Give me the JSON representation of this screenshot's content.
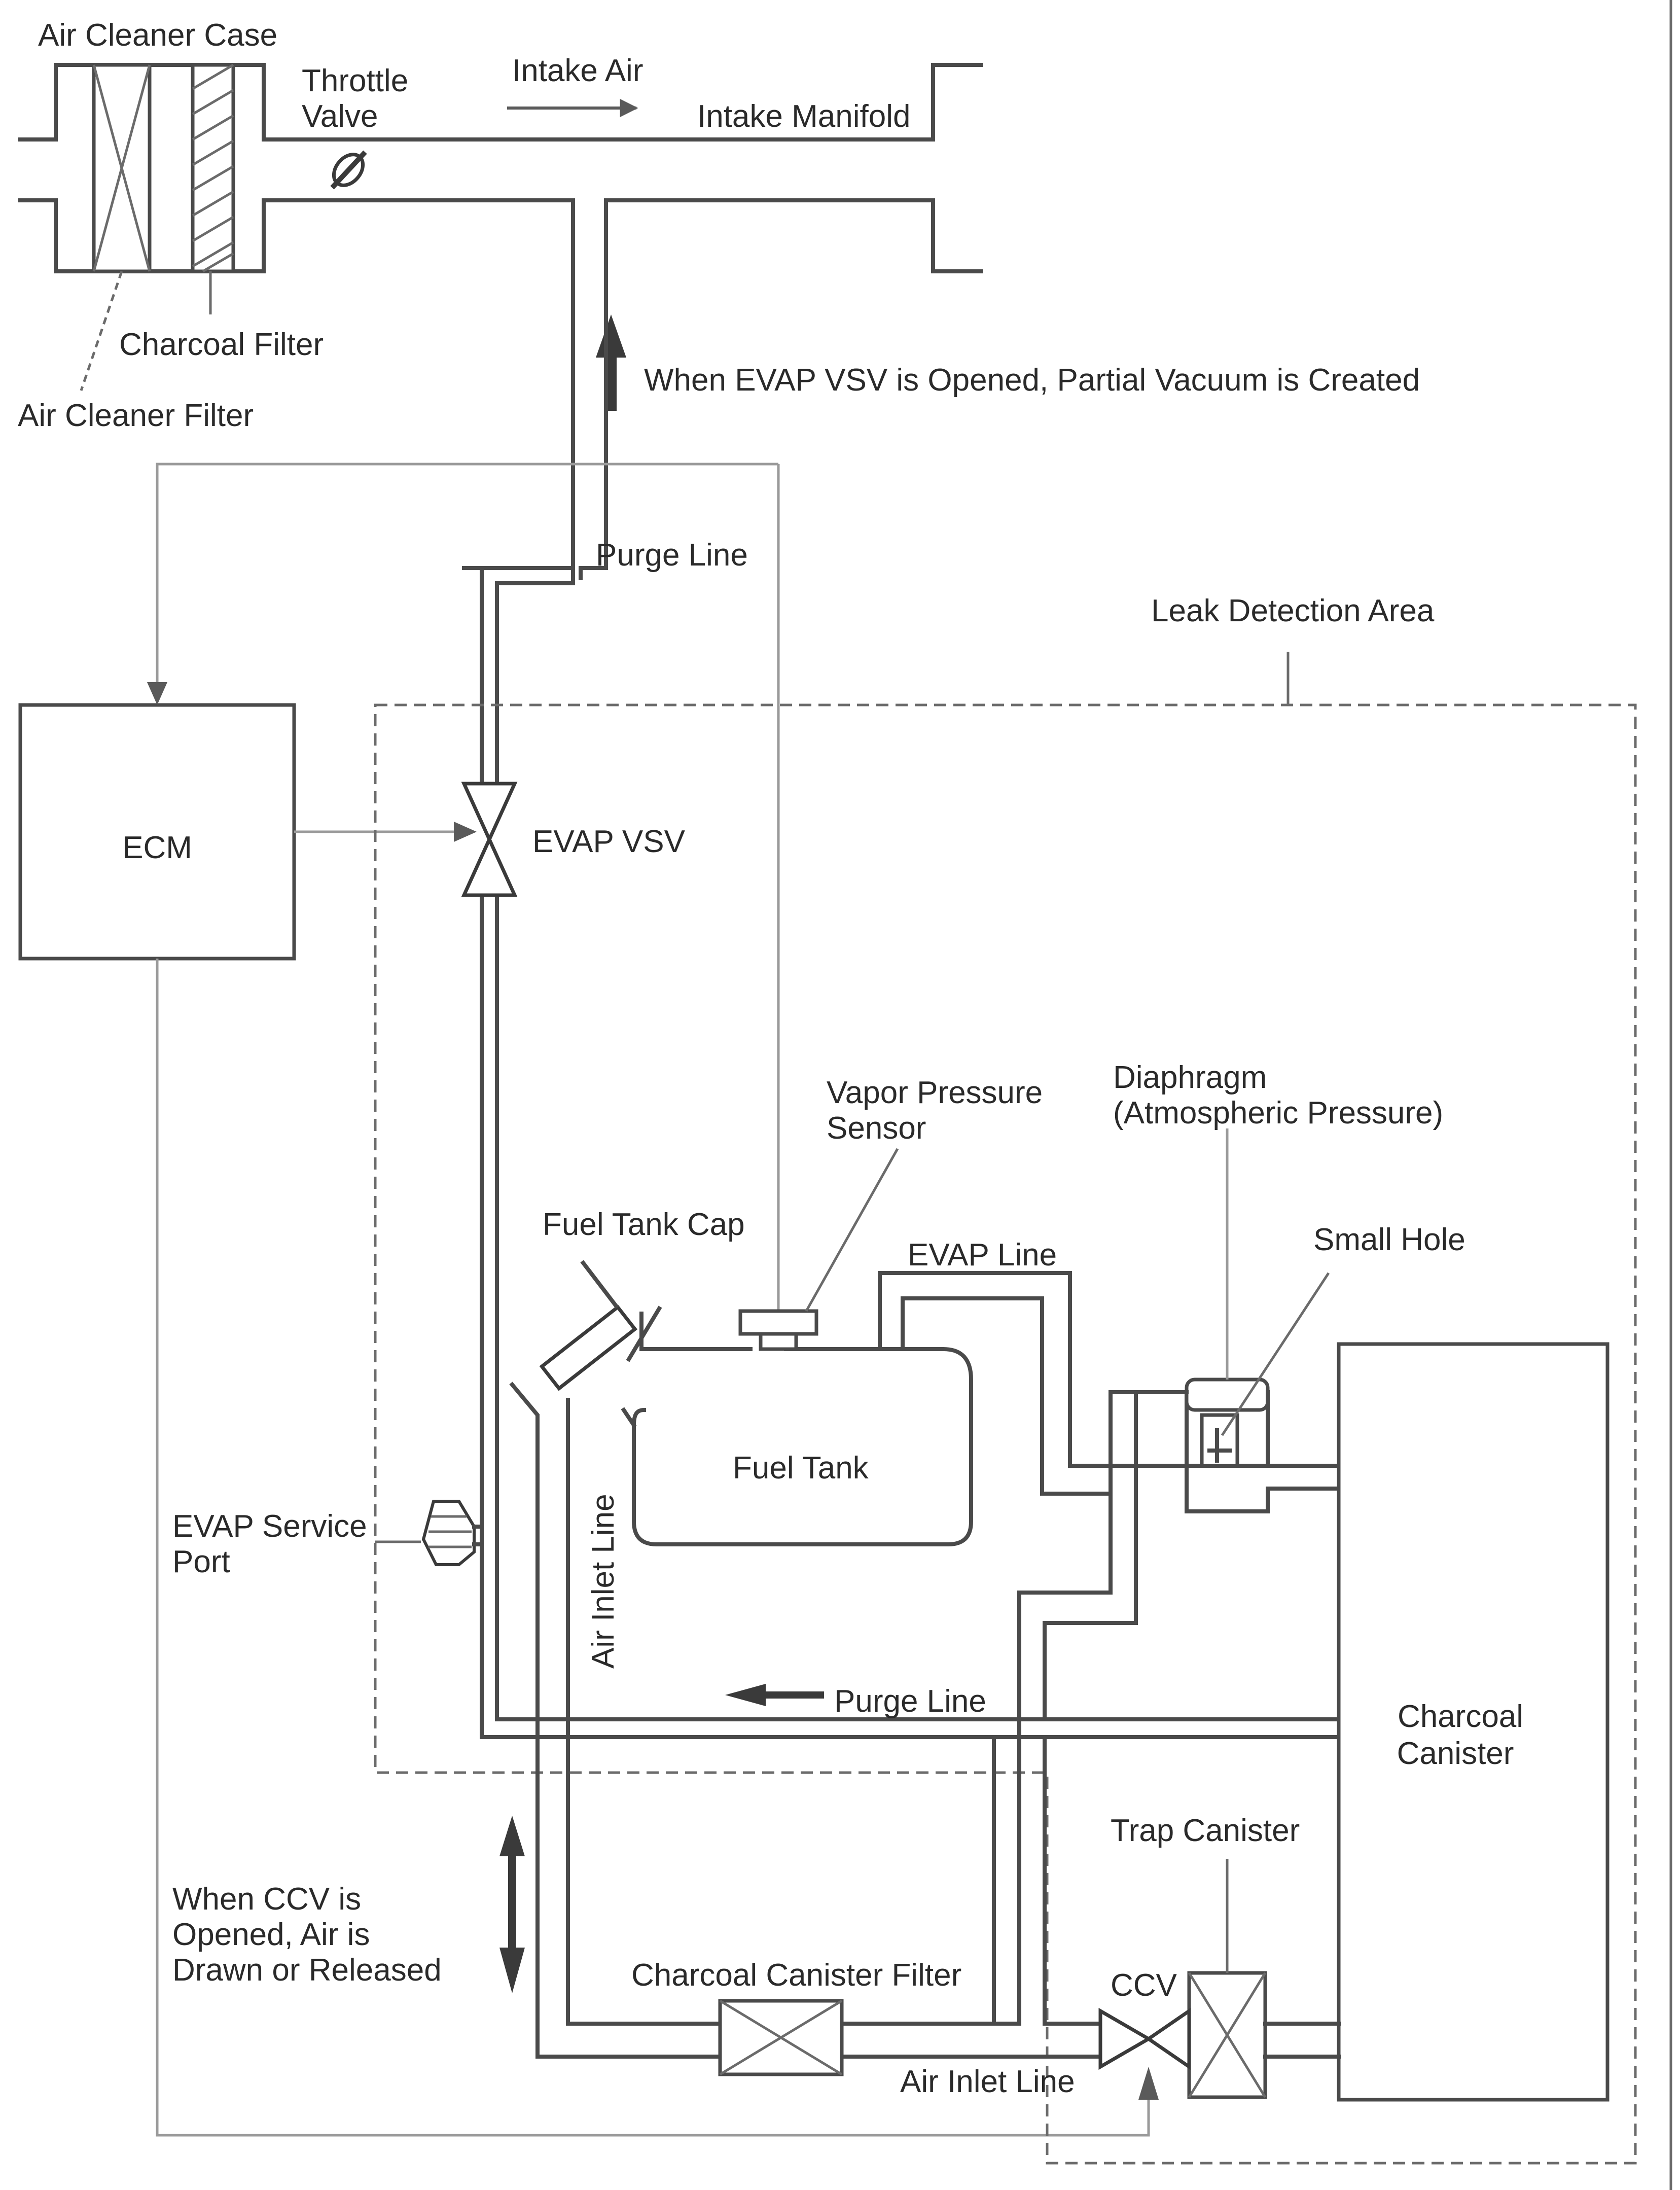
{
  "labels": {
    "air_cleaner_case": "Air Cleaner Case",
    "throttle_valve_1": "Throttle",
    "throttle_valve_2": "Valve",
    "intake_air": "Intake Air",
    "intake_manifold": "Intake Manifold",
    "charcoal_filter": "Charcoal Filter",
    "air_cleaner_filter": "Air Cleaner Filter",
    "vacuum_note": "When EVAP VSV is Opened, Partial Vacuum is Created",
    "purge_line_top": "Purge Line",
    "leak_detection_area": "Leak Detection Area",
    "ecm": "ECM",
    "evap_vsv": "EVAP VSV",
    "vapor_pressure_sensor_1": "Vapor Pressure",
    "vapor_pressure_sensor_2": "Sensor",
    "diaphragm_1": "Diaphragm",
    "diaphragm_2": "(Atmospheric Pressure)",
    "fuel_tank_cap": "Fuel Tank Cap",
    "evap_line": "EVAP Line",
    "small_hole": "Small Hole",
    "fuel_tank": "Fuel Tank",
    "evap_service_port_1": "EVAP Service",
    "evap_service_port_2": "Port",
    "air_inlet_line_vertical": "Air Inlet Line",
    "purge_line_bottom": "Purge Line",
    "charcoal_canister_1": "Charcoal",
    "charcoal_canister_2": "Canister",
    "trap_canister": "Trap Canister",
    "ccv_note_1": "When CCV is",
    "ccv_note_2": "Opened, Air is",
    "ccv_note_3": "Drawn or Released",
    "charcoal_canister_filter": "Charcoal Canister Filter",
    "ccv": "CCV",
    "air_inlet_line_bottom": "Air Inlet Line"
  }
}
